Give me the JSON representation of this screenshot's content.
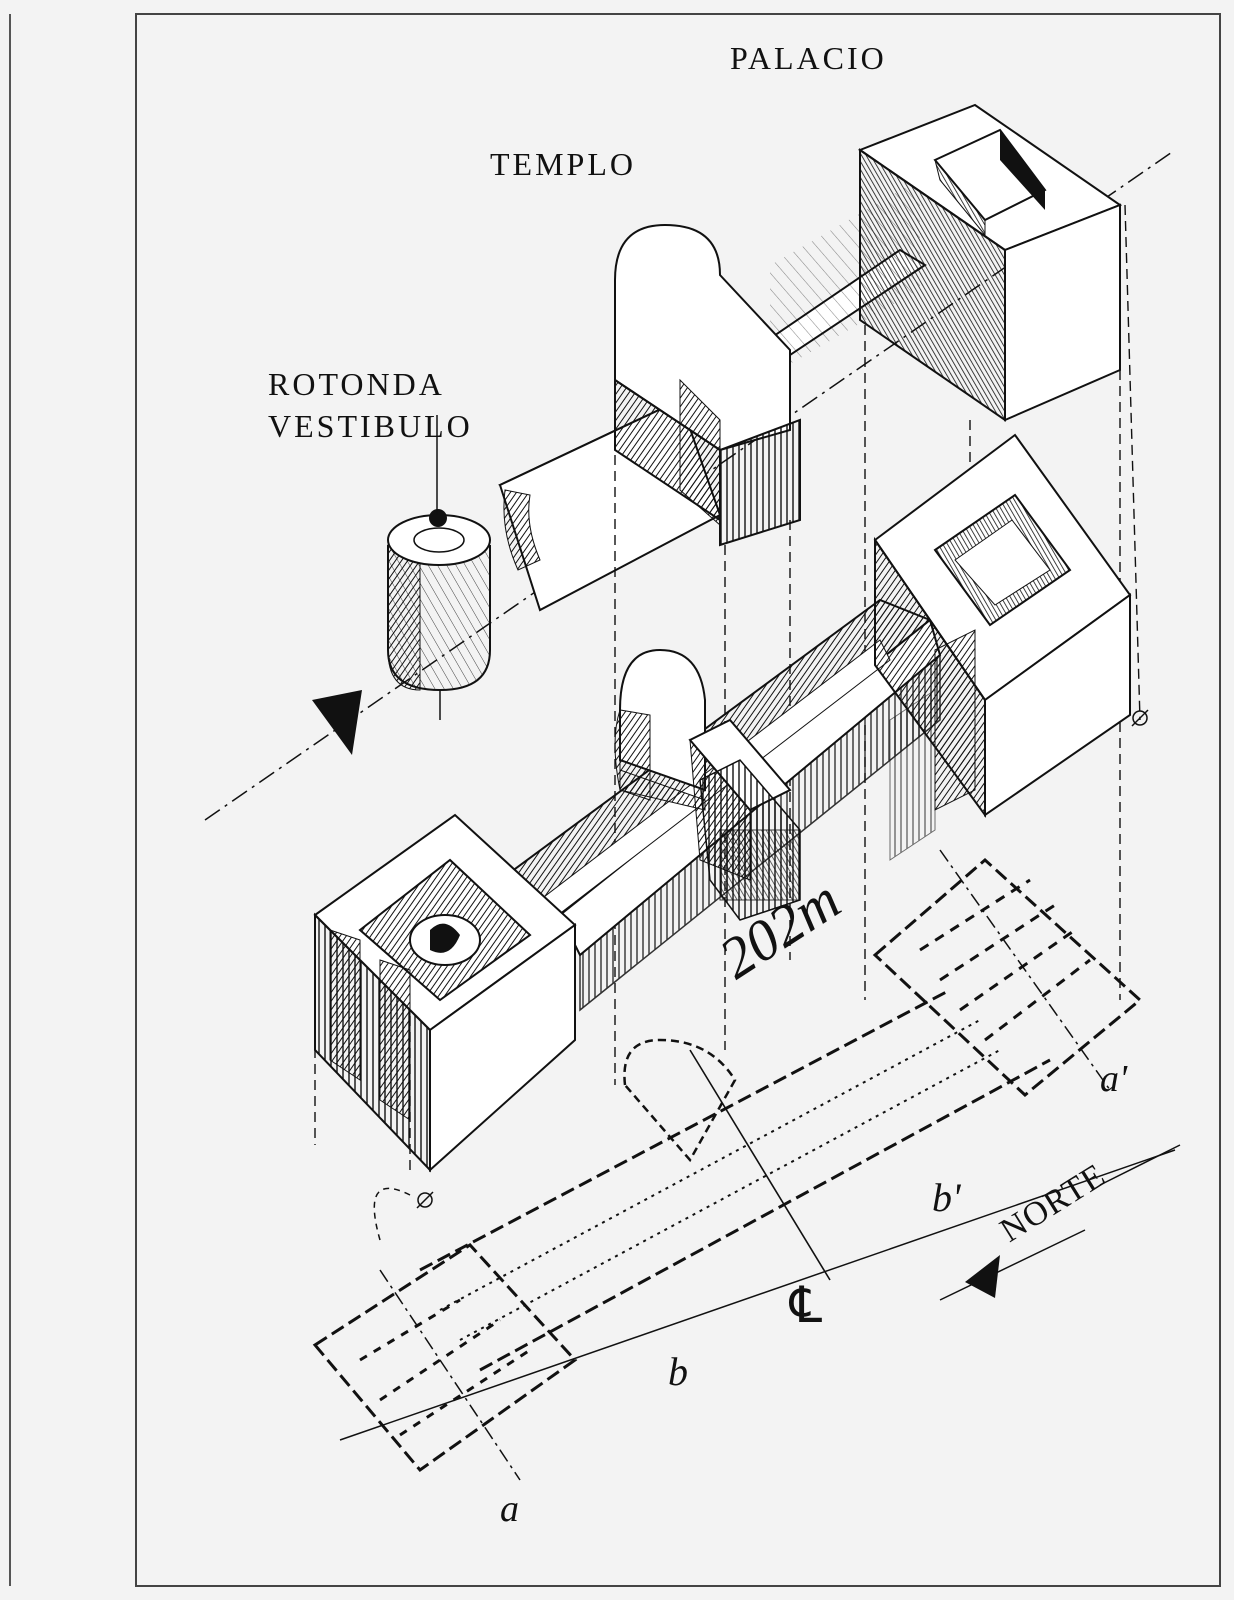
{
  "labels": {
    "palacio": "PALACIO",
    "templo": "TEMPLO",
    "rotonda": "ROTONDA",
    "vestibulo": "VESTIBULO",
    "dimension": "202m",
    "norte": "NORTE",
    "axis_mark": "℄",
    "section_a": "a",
    "section_a_prime": "a'",
    "section_b": "b",
    "section_b_prime": "b'"
  },
  "colors": {
    "ink": "#111111",
    "paper": "#f3f3f3",
    "frame": "#444444"
  }
}
